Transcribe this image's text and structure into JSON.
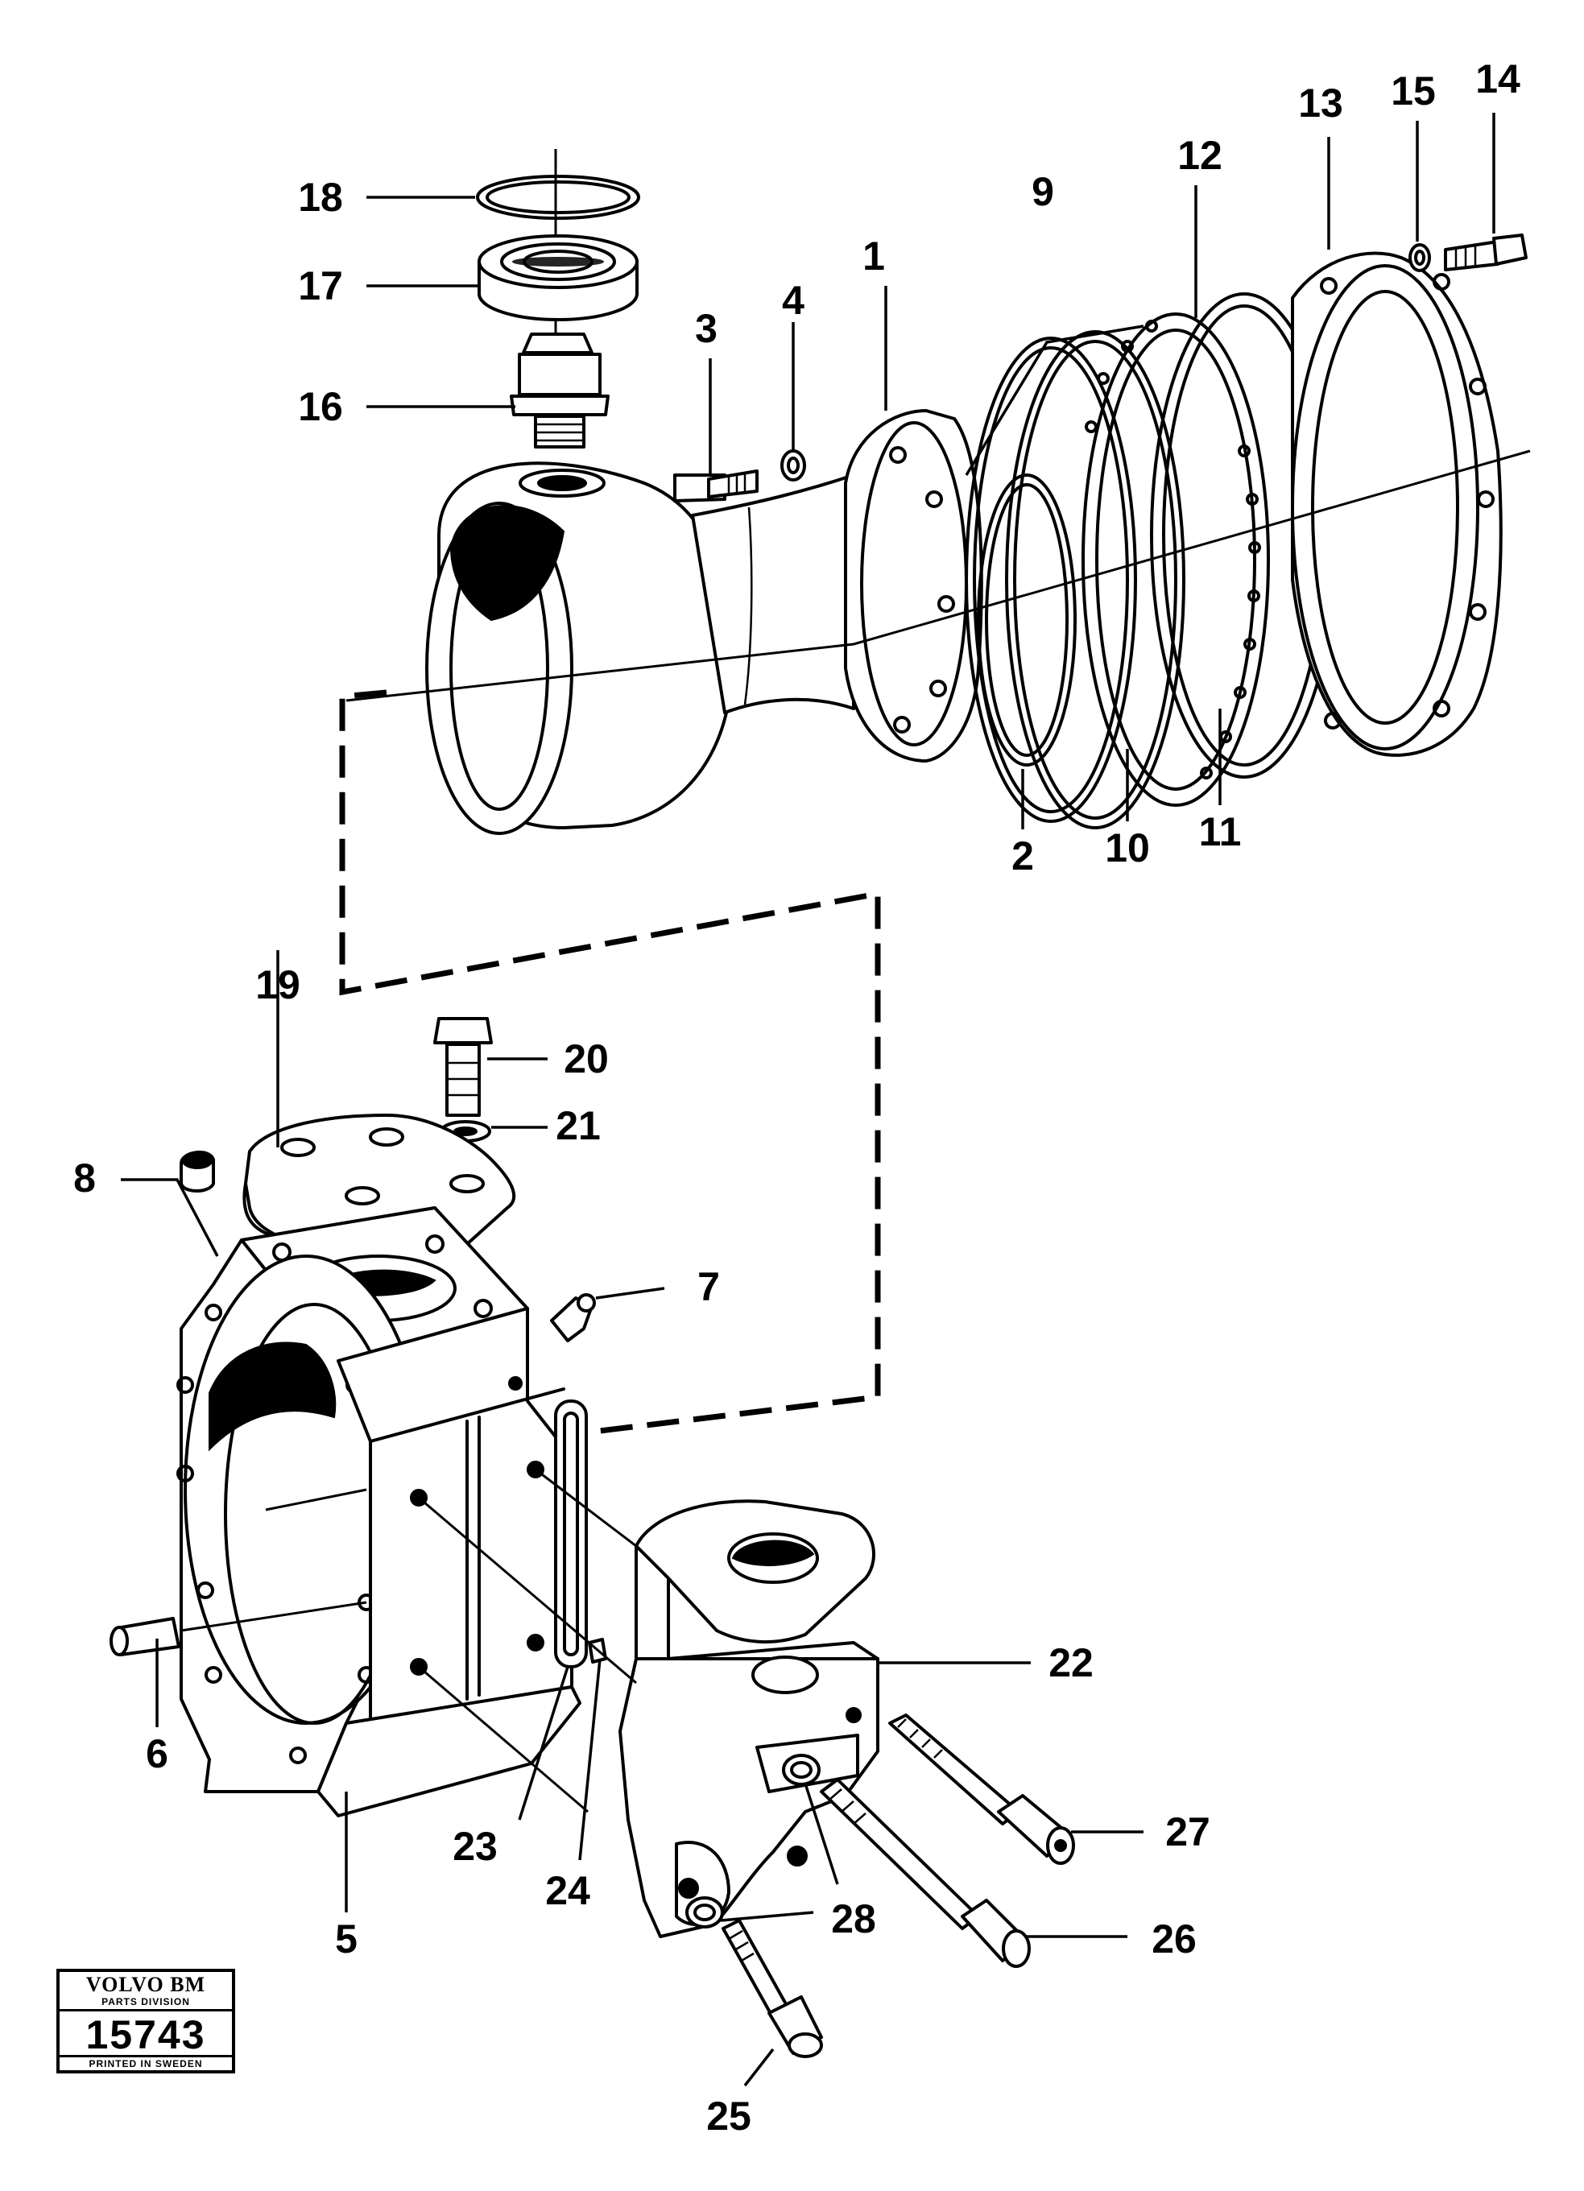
{
  "callouts": {
    "c1": "1",
    "c2": "2",
    "c3": "3",
    "c4": "4",
    "c5": "5",
    "c6": "6",
    "c7": "7",
    "c8": "8",
    "c9": "9",
    "c10": "10",
    "c11": "11",
    "c12": "12",
    "c13": "13",
    "c14": "14",
    "c15": "15",
    "c16": "16",
    "c17": "17",
    "c18": "18",
    "c19": "19",
    "c20": "20",
    "c21": "21",
    "c22": "22",
    "c23": "23",
    "c24": "24",
    "c25": "25",
    "c26": "26",
    "c27": "27",
    "c28a": "28",
    "c28b": "28"
  },
  "stamp": {
    "brand": "VOLVO BM",
    "division": "PARTS DIVISION",
    "number": "15743",
    "printed": "PRINTED IN SWEDEN"
  }
}
